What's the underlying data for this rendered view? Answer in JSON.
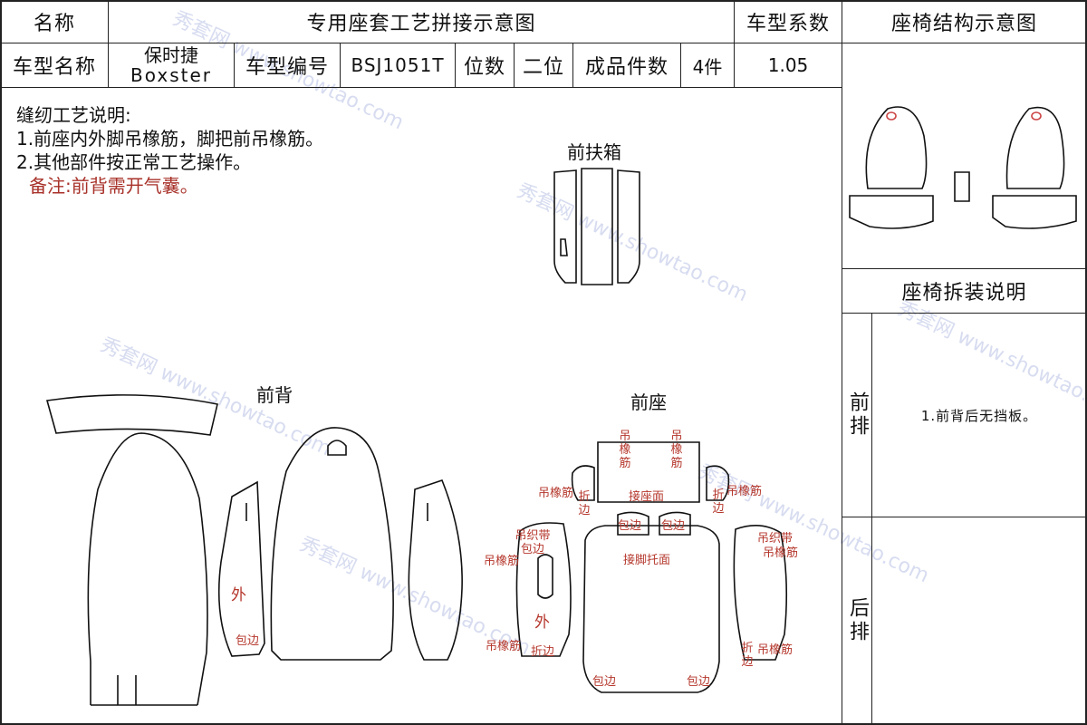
{
  "header": {
    "name_label": "名称",
    "title": "专用座套工艺拼接示意图",
    "coef_label": "车型系数",
    "structure_title": "座椅结构示意图",
    "model_name_label": "车型名称",
    "model_name_line1": "保时捷",
    "model_name_line2": "Boxster",
    "model_no_label": "车型编号",
    "model_no": "BSJ1051T",
    "seats_label": "位数",
    "seats_value": "二位",
    "pieces_label": "成品件数",
    "pieces_value": "4件",
    "coef_value": "1.05"
  },
  "notes": {
    "heading": "缝纫工艺说明:",
    "line1": "1.前座内外脚吊橡筋，脚把前吊橡筋。",
    "line2": "2.其他部件按正常工艺操作。",
    "remark": "备注:前背需开气囊。"
  },
  "sections": {
    "armrest": "前扶箱",
    "front_back": "前背",
    "front_seat": "前座"
  },
  "piece_labels": {
    "elastic": "吊橡筋",
    "fold": "折边",
    "binding": "包边",
    "outer": "外",
    "seat_face": "接座面",
    "foot_rest": "接脚托面",
    "belt_binding": "吊织带包边",
    "belt": "吊织带"
  },
  "side_panel": {
    "disassembly_title": "座椅拆装说明",
    "front_row": "前排",
    "front_note": "1.前背后无挡板。",
    "rear_row": "后排"
  },
  "watermark": {
    "cn": "秀套网",
    "url": "www.showtao.com"
  }
}
